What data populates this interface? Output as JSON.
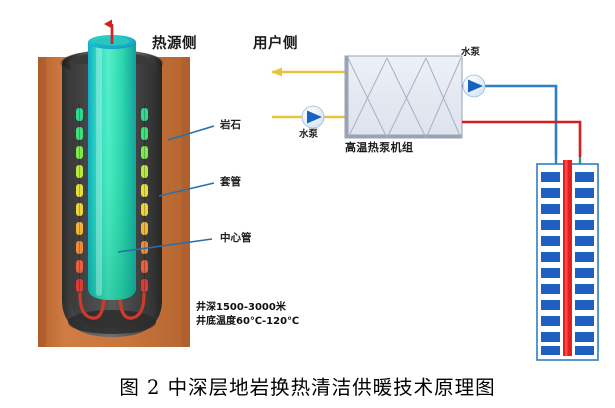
{
  "figure": {
    "caption": "图 2 中深层地岩换热清洁供暖技术原理图",
    "side_titles": {
      "heat_source": "热源侧",
      "user": "用户侧"
    },
    "well": {
      "callouts": [
        {
          "key": "rock",
          "label": "岩石"
        },
        {
          "key": "casing",
          "label": "套管"
        },
        {
          "key": "center",
          "label": "中心管"
        }
      ],
      "notes": [
        "井深1500-3000米",
        "井底温度60℃-120℃"
      ]
    },
    "plant": {
      "unit_label": "高温热泵机组",
      "pumps": [
        {
          "key": "source-side-pump",
          "label": "水泵"
        },
        {
          "key": "user-side-pump",
          "label": "水泵"
        }
      ]
    },
    "colors": {
      "rock": "#c8763c",
      "casing": "#4c4c4c",
      "center_pipe_top": "#23d6b0",
      "center_pipe_bottom": "#18b9a0",
      "supply_hot": "#d41f1f",
      "return_cold": "#2f7fc4",
      "loop_yellow": "#e8c63a",
      "building_floor": "#1f5fbf",
      "riser": "#e81d1d",
      "pump_body": "#1763c0"
    }
  }
}
